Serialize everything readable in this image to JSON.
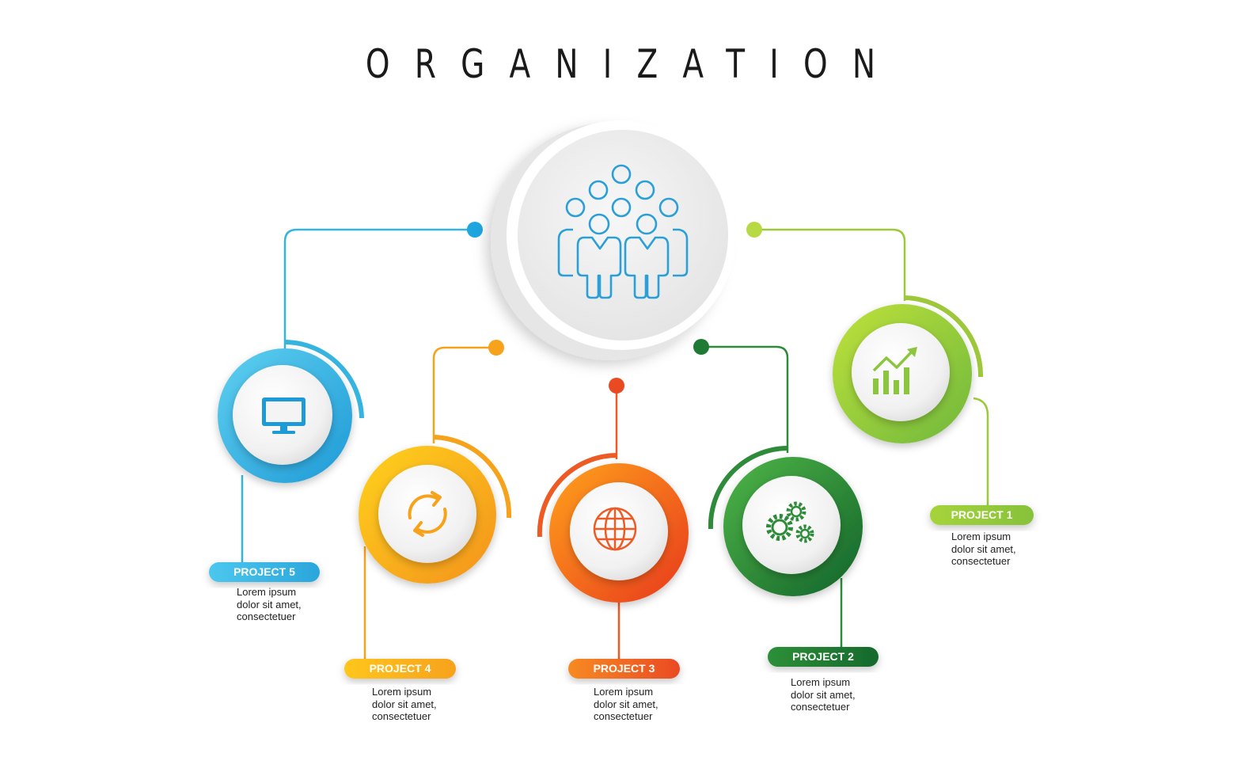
{
  "title": "ORGANIZATION",
  "center_node": {
    "icon": "people-group-icon",
    "color": "#2a9fd8"
  },
  "projects": [
    {
      "label": "PROJECT 1",
      "icon": "growth-chart-icon",
      "color": "#9cc83a",
      "description": [
        "Lorem ipsum",
        "dolor sit amet,",
        "consectetuer"
      ]
    },
    {
      "label": "PROJECT 2",
      "icon": "gears-icon",
      "color": "#2e8b3a",
      "description": [
        "Lorem ipsum",
        "dolor sit amet,",
        "consectetuer"
      ]
    },
    {
      "label": "PROJECT 3",
      "icon": "globe-icon",
      "color": "#ee5a24",
      "description": [
        "Lorem ipsum",
        "dolor sit amet,",
        "consectetuer"
      ]
    },
    {
      "label": "PROJECT 4",
      "icon": "refresh-arrows-icon",
      "color": "#f7a21b",
      "description": [
        "Lorem ipsum",
        "dolor sit amet,",
        "consectetuer"
      ]
    },
    {
      "label": "PROJECT 5",
      "icon": "monitor-icon",
      "color": "#36b4e0",
      "description": [
        "Lorem ipsum",
        "dolor sit amet,",
        "consectetuer"
      ]
    }
  ]
}
